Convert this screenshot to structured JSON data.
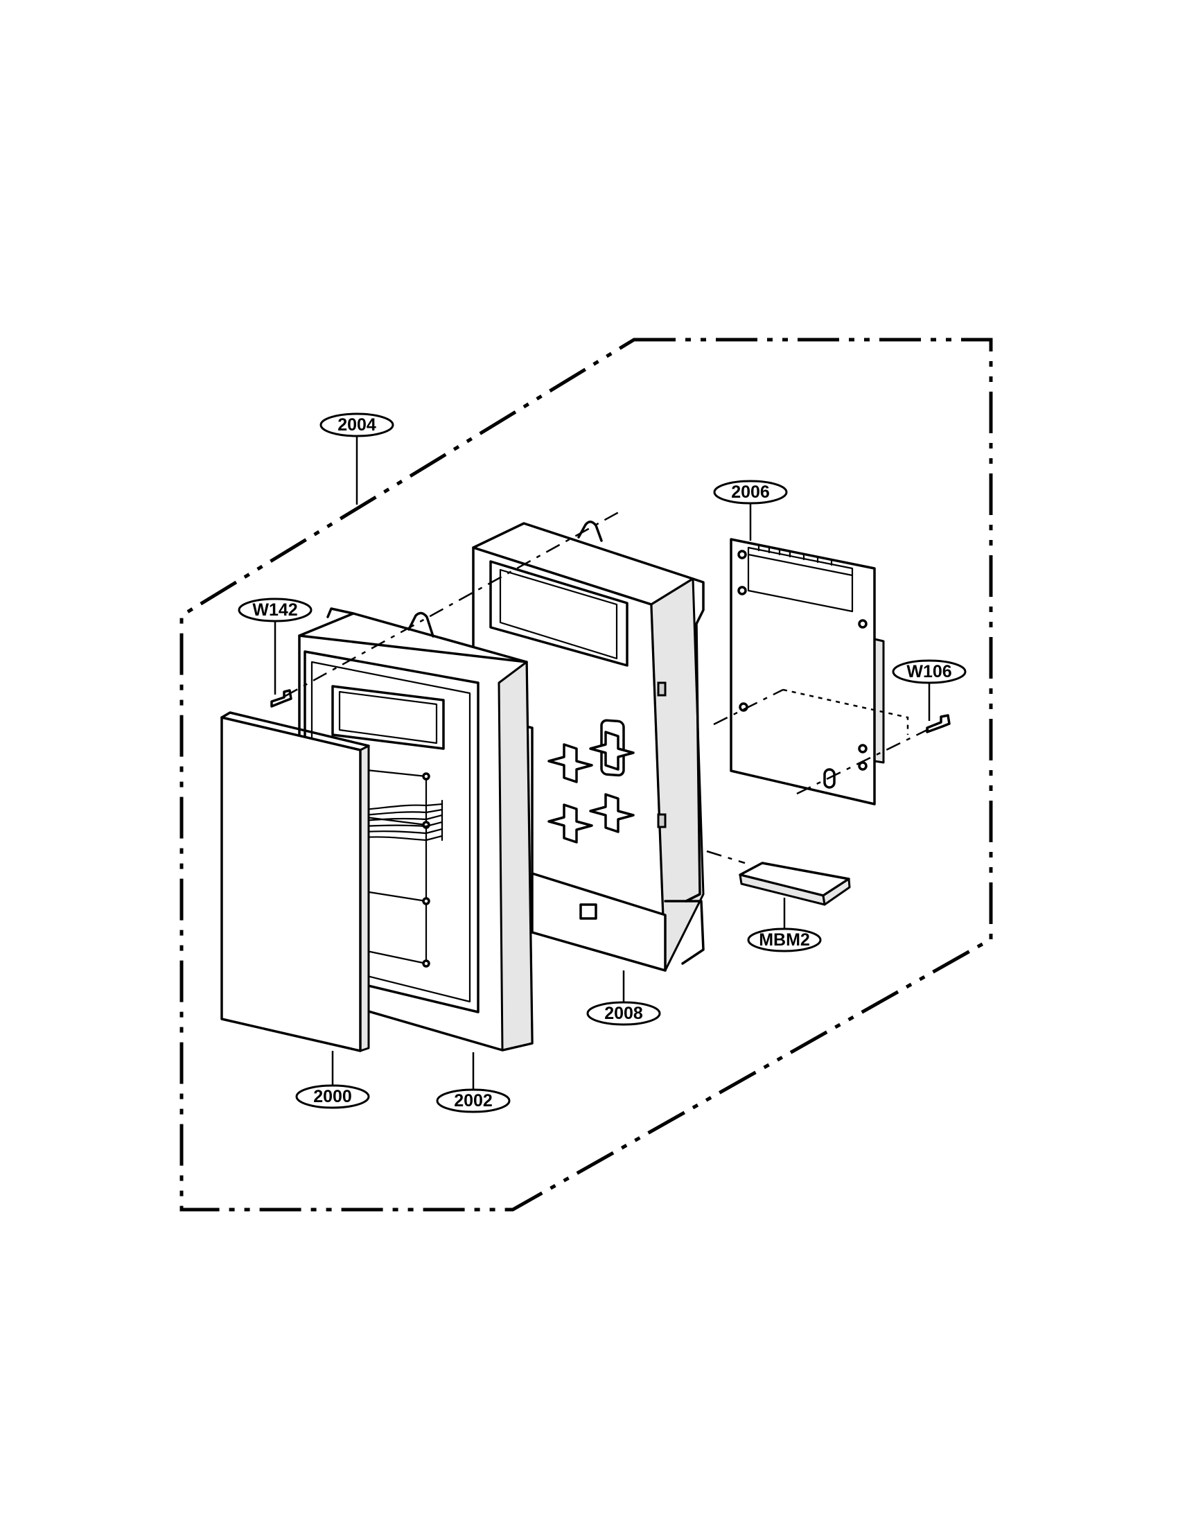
{
  "callouts": {
    "c2004": "2004",
    "c2006": "2006",
    "cW142": "W142",
    "cW106": "W106",
    "cMBM2": "MBM2",
    "c2008": "2008",
    "c2000": "2000",
    "c2002": "2002"
  },
  "icons": {
    "boundary": "dash-dot-assembly-boundary",
    "screws": [
      "screw-icon"
    ]
  }
}
